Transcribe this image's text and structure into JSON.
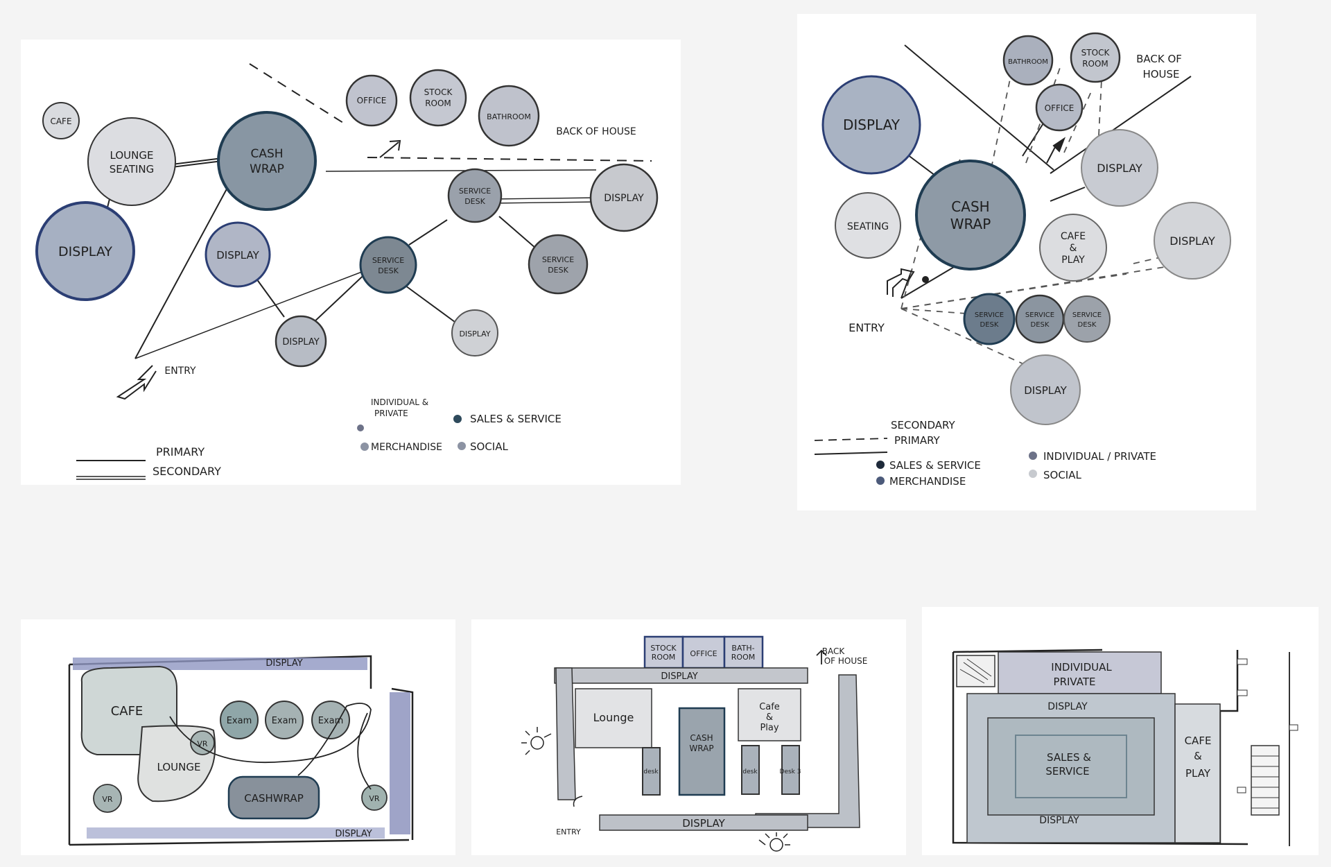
{
  "colors": {
    "sales_service": "#2e4a5c",
    "merchandise": "#8c93a3",
    "social": "#c7cacf",
    "individual_private": "#6d7288",
    "ink": "#1e1e1e",
    "background": "#f4f4f4"
  },
  "diagram1": {
    "nodes": {
      "cafe": "CAFE",
      "lounge_a": "LOUNGE",
      "lounge_b": "SEATING",
      "cash_a": "CASH",
      "cash_b": "WRAP",
      "display_left": "DISPLAY",
      "display_mid": "DISPLAY",
      "display_bottom": "DISPLAY",
      "office": "OFFICE",
      "stock_a": "STOCK",
      "stock_b": "ROOM",
      "bathroom": "BATHROOM",
      "service1_a": "SERVICE",
      "service1_b": "DESK",
      "service2_a": "SERVICE",
      "service2_b": "DESK",
      "service3_a": "SERVICE",
      "service3_b": "DESK",
      "display_right": "DISPLAY",
      "display_small": "DISPLAY"
    },
    "back_of_house": "BACK OF HOUSE",
    "entry": "ENTRY",
    "legend": {
      "individual_a": "INDIVIDUAL &",
      "individual_b": "PRIVATE",
      "sales_service": "SALES & SERVICE",
      "merchandise": "MERCHANDISE",
      "social": "SOCIAL",
      "primary": "PRIMARY",
      "secondary": "SECONDARY"
    }
  },
  "diagram2": {
    "nodes": {
      "bathroom": "BATHROOM",
      "stock_a": "STOCK",
      "stock_b": "ROOM",
      "office": "OFFICE",
      "display_tl": "DISPLAY",
      "display_r1": "DISPLAY",
      "display_r2": "DISPLAY",
      "display_bottom": "DISPLAY",
      "seating": "SEATING",
      "cash_a": "CASH",
      "cash_b": "WRAP",
      "cafe_a": "CAFE",
      "cafe_b": "&",
      "cafe_c": "PLAY",
      "service1_a": "SERVICE",
      "service1_b": "DESK",
      "service2_a": "SERVICE",
      "service2_b": "DESK",
      "service3_a": "SERVICE",
      "service3_b": "DESK"
    },
    "back_of_house_a": "BACK OF",
    "back_of_house_b": "HOUSE",
    "entry": "ENTRY",
    "legend": {
      "secondary": "SECONDARY",
      "primary": "PRIMARY",
      "sales_service": "SALES & SERVICE",
      "merchandise": "MERCHANDISE",
      "individual": "INDIVIDUAL / PRIVATE",
      "social": "SOCIAL"
    }
  },
  "plan1": {
    "display_top": "DISPLAY",
    "display_bottom": "DISPLAY",
    "cafe": "CAFE",
    "exam1": "Exam",
    "exam2": "Exam",
    "exam3": "Exam",
    "vr1": "VR",
    "vr2": "VR",
    "vr3": "VR",
    "lounge": "LOUNGE",
    "cashwrap": "CASHWRAP"
  },
  "plan2": {
    "stock_a": "STOCK",
    "stock_b": "ROOM",
    "office": "OFFICE",
    "bath_a": "BATH-",
    "bath_b": "ROOM",
    "back_a": "BACK",
    "back_b": "OF HOUSE",
    "display_top": "DISPLAY",
    "display_bottom": "DISPLAY",
    "lounge": "Lounge",
    "cash_a": "CASH",
    "cash_b": "WRAP",
    "cafe_a": "Cafe",
    "cafe_b": "&",
    "cafe_c": "Play",
    "desk1": "desk",
    "desk2": "desk",
    "desk3": "Desk 3",
    "entry": "ENTRY"
  },
  "plan3": {
    "individual_a": "INDIVIDUAL",
    "individual_b": "PRIVATE",
    "display_top": "DISPLAY",
    "display_bottom": "DISPLAY",
    "sales_a": "SALES &",
    "sales_b": "SERVICE",
    "cafe_a": "CAFE",
    "cafe_b": "&",
    "cafe_c": "PLAY"
  }
}
